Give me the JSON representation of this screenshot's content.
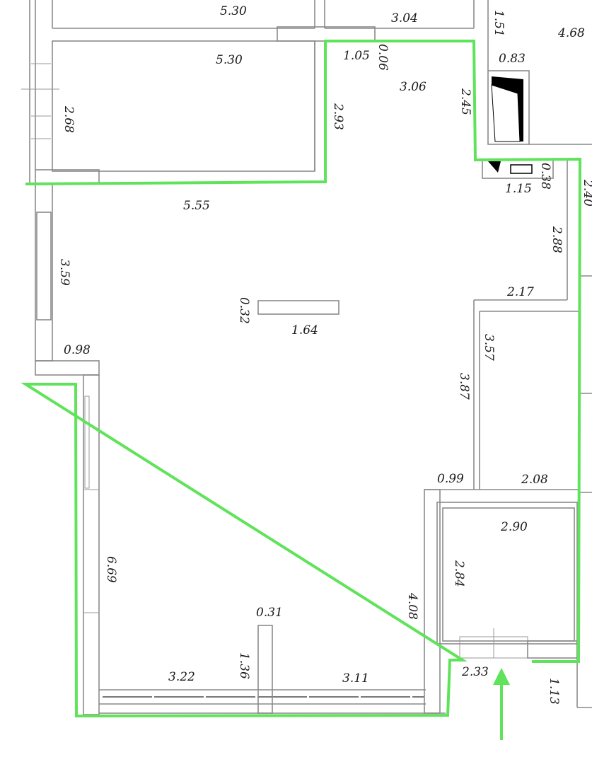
{
  "colors": {
    "boundary": "#5fe35a",
    "walls": "#8a8a8a",
    "text": "#1a1a1a",
    "background": "#ffffff"
  },
  "icons": {
    "entrance": "entrance-arrow-icon",
    "radiator": "radiator-icon"
  },
  "dimensions": [
    "5.30",
    "3.04",
    "1.51",
    "4.68",
    "5.30",
    "1.05",
    "0.06",
    "0.83",
    "3.06",
    "2.68",
    "2.93",
    "2.45",
    "0.38",
    "1.15",
    "2.40",
    "5.55",
    "2.88",
    "3.59",
    "2.17",
    "0.32",
    "1.64",
    "0.98",
    "3.57",
    "3.87",
    "0.99",
    "2.08",
    "2.90",
    "2.84",
    "6.69",
    "4.08",
    "0.31",
    "1.36",
    "3.22",
    "3.11",
    "2.33",
    "1.13"
  ]
}
